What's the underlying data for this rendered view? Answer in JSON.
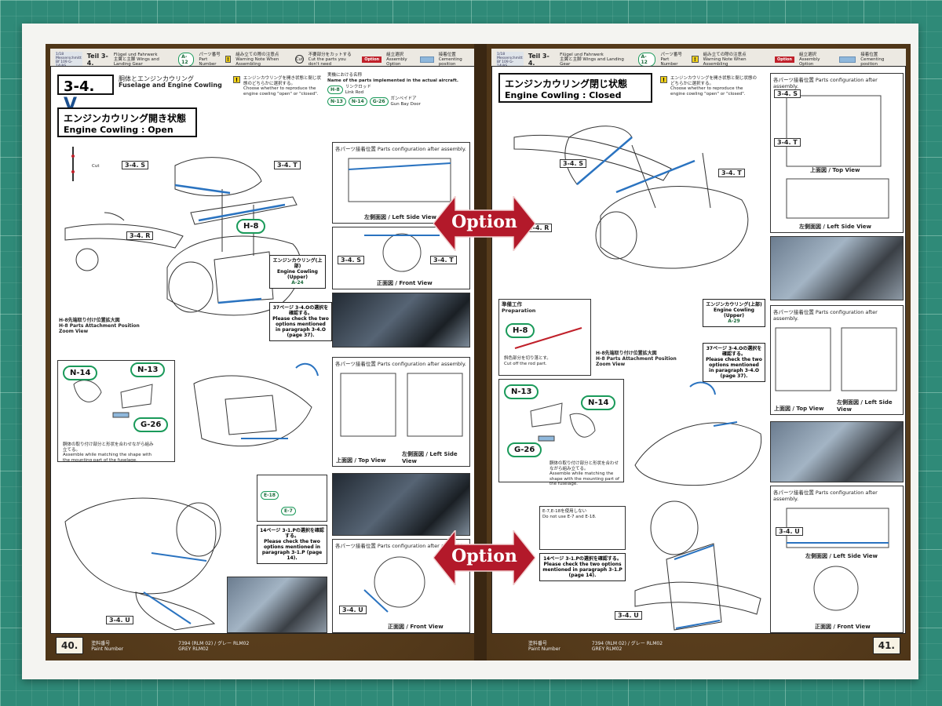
{
  "header": {
    "logo_text": "1/18 Messerschmitt Bf 109 G-14/AS",
    "teil": "Teil 3-4.",
    "teil_de": "Flügel und Fahrwerk",
    "teil_jp": "主翼と主脚",
    "teil_en": "Wings and Landing Gear",
    "part_pill": "A-12",
    "part_jp": "パーツ番号",
    "part_en": "Part Number",
    "warn_jp": "組み立ての際の注意点",
    "warn_en": "Warning Note When Assembling",
    "cut_icon": "Cut",
    "cut_jp": "不要部分をカットする",
    "cut_en": "Cut the parts you don't need",
    "option_icon": "Option",
    "option_jp": "組立選択",
    "option_en": "Assembly Option",
    "cement_jp": "接着位置",
    "cement_en": "Cementing position"
  },
  "left": {
    "step_prefix": "3-4.",
    "step_letter": "V",
    "step_jp": "胴体とエンジンカウリング",
    "step_en": "Fuselage and Engine Cowling",
    "choose_jp": "エンジンカウリングを開き状態と閉じ状態のどちらかに選択する。",
    "choose_en": "Choose whether to reproduce the engine cowling \"open\" or \"closed\".",
    "title_jp": "エンジンカウリング開き状態",
    "title_en": "Engine Cowling : Open",
    "names_title_jp": "実機における名称",
    "names_title_en": "Name of the parts implemented in the actual aircraft.",
    "name_h8_code": "H-8",
    "name_h8_jp": "リンクロッド",
    "name_h8_en": "Link Rod",
    "name_n13_code": "N-13",
    "name_n14_code": "N-14",
    "name_g26_code": "G-26",
    "name_gun_jp": "ガンベイドア",
    "name_gun_en": "Gun Bay Door",
    "lab_s": "3-4. S",
    "lab_t": "3-4. T",
    "lab_r": "3-4. R",
    "lab_u": "3-4. U",
    "lab_s2": "3-4. S",
    "lab_t2": "3-4. T",
    "lab_u2": "3-4. U",
    "h8_callout": "H-8",
    "cut_small": "Cut",
    "a24": "A-24",
    "h8_zoom_jp": "H-8先端取り付け位置拡大図",
    "h8_zoom_en": "H-8 Parts Attachment Position Zoom View",
    "cfg_title": "各パーツ接着位置 Parts configuration after assembly.",
    "left_side": "左側面図 / Left Side View",
    "front_view": "正面図 / Front View",
    "top_view": "上面図 / Top View",
    "upper_cowl_jp": "エンジンカウリング(上部)",
    "upper_cowl_en": "Engine Cowling (Upper)",
    "note37_jp": "37ページ 3-4.Oの選択を確認する。",
    "note37_en": "Please check the two options mentioned in paragraph 3-4.O (page 37).",
    "n13": "N-13",
    "n14": "N-14",
    "g26": "G-26",
    "assemble_jp": "胴体の取り付け部分と形状を合わせながら組み立てる。",
    "assemble_en": "Assemble while matching the shape with the mounting part of the fuselage.",
    "e18": "E-18",
    "e7": "E-7",
    "note14_jp": "14ページ 3-1.Pの選択を確認する。",
    "note14_en": "Please check the two options mentioned in paragraph 3-1.P (page 14).",
    "page_number": "40.",
    "paint_jp": "塗料番号",
    "paint_en": "Paint Number",
    "paint_code": "7394 (RLM 02) / グレー RLM02",
    "paint_grey": "GREY RLM02"
  },
  "right": {
    "title_jp": "エンジンカウリング閉じ状態",
    "title_en": "Engine Cowling : Closed",
    "choose_jp": "エンジンカウリングを開き状態と閉じ状態のどちらかに選択する。",
    "choose_en": "Choose whether to reproduce the engine cowling \"open\" or \"closed\".",
    "lab_s": "3-4. S",
    "lab_t": "3-4. T",
    "lab_r": "3-4. R",
    "lab_u": "3-4. U",
    "lab_s2": "3-4. S",
    "lab_t2": "3-4. T",
    "lab_u2": "3-4. U",
    "cfg_title": "各パーツ接着位置 Parts configuration after assembly.",
    "top_view": "上面図 / Top View",
    "left_side": "左側面図 / Left Side View",
    "front_view": "正面図 / Front View",
    "prep_jp": "準備工作",
    "prep_en": "Preparation",
    "h8": "H-8",
    "cut_rod_jp": "斜色部分を切り落とす。",
    "cut_rod_en": "Cut off the rod part.",
    "h8_zoom_jp": "H-8先端取り付け位置拡大図",
    "h8_zoom_en": "H-8 Parts Attachment Position Zoom View",
    "upper_cowl_jp": "エンジンカウリング(上部)",
    "upper_cowl_en": "Engine Cowling (Upper)",
    "a29": "A-29",
    "note37_jp": "37ページ 3-4.Oの選択を確認する。",
    "note37_en": "Please check the two options mentioned in paragraph 3-4.O (page 37).",
    "n13": "N-13",
    "n14": "N-14",
    "g26": "G-26",
    "assemble_jp": "胴体の取り付け部分と形状を合わせながら組み立てる。",
    "assemble_en": "Assemble while matching the shape with the mounting part of the fuselage.",
    "e_note_jp": "E-7,E-18を使用しない",
    "e_note_en": "Do not use E-7 and E-18.",
    "note14_jp": "14ページ 3-1.Pの選択を確認する。",
    "note14_en": "Please check the two options mentioned in paragraph 3-1.P (page 14).",
    "page_number": "41.",
    "paint_jp": "塗料番号",
    "paint_en": "Paint Number",
    "paint_code": "7394 (RLM 02) / グレー RLM02",
    "paint_grey": "GREY RLM02"
  },
  "options": {
    "top": "Option",
    "bottom": "Option"
  },
  "colors": {
    "option_red": "#b3192a",
    "cement_blue": "#8fb8dc",
    "part_green": "#1a9a5a",
    "frame_brown": "#5a3f1e"
  }
}
